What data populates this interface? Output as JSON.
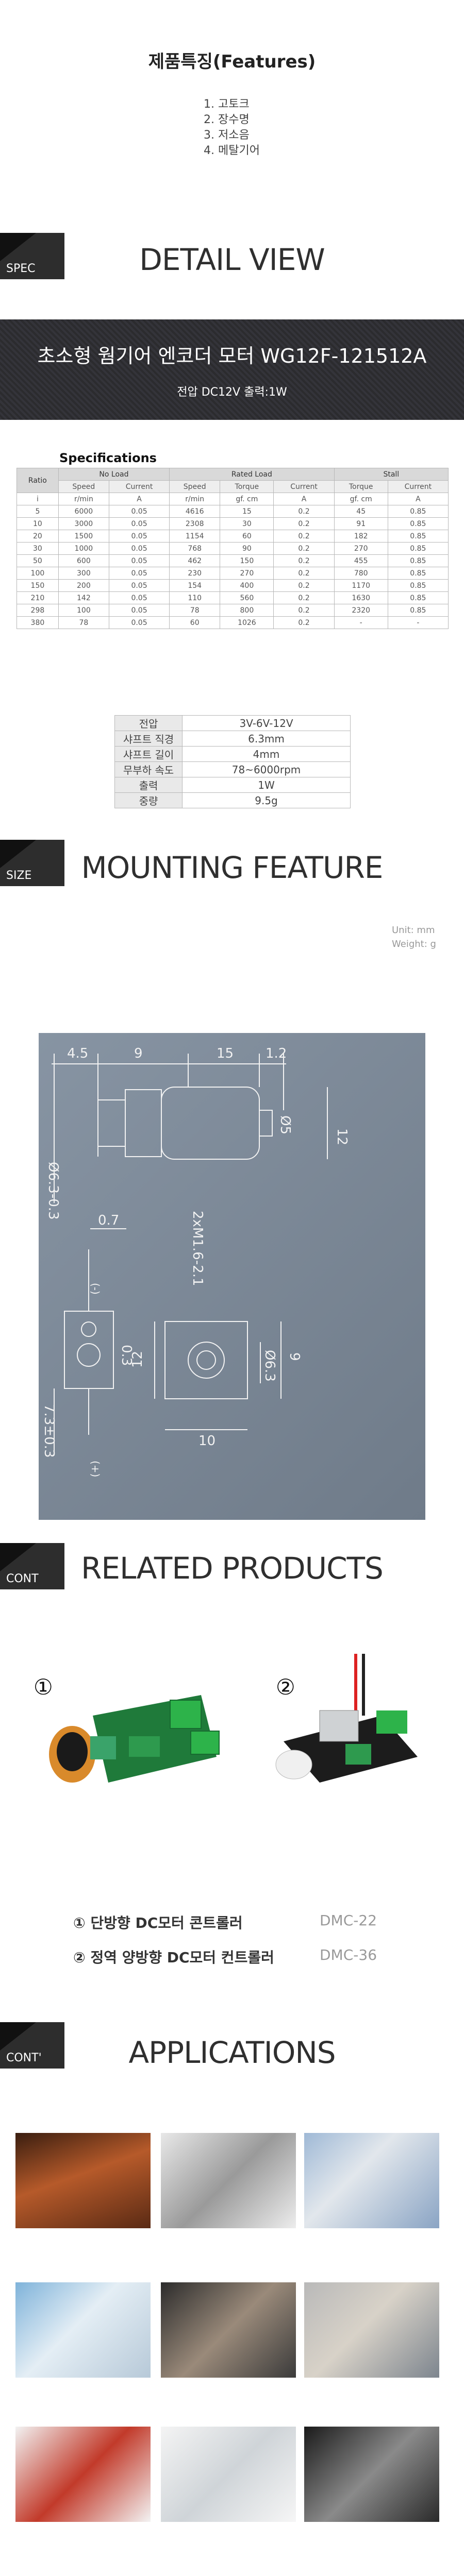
{
  "features": {
    "title": "제품특징(Features)",
    "items": [
      "1. 고토크",
      "2. 장수명",
      "3. 저소음",
      "4. 메탈기어"
    ]
  },
  "sections": {
    "spec": {
      "tag": "SPEC",
      "title": "DETAIL VIEW"
    },
    "size": {
      "tag": "SIZE",
      "title": "MOUNTING FEATURE"
    },
    "cont": {
      "tag": "CONT",
      "title": "RELATED PRODUCTS"
    },
    "cont2": {
      "tag": "CONT'",
      "title": "APPLICATIONS"
    }
  },
  "banner": {
    "title": "초소형 웜기어 엔코더 모터 WG12F-121512A",
    "subtitle": "전압 DC12V   출력:1W"
  },
  "specifications": {
    "label": "Specifications",
    "group_headers": [
      "Ratio",
      "No Load",
      "Rated Load",
      "Stall"
    ],
    "sub_headers": [
      "Speed",
      "Current",
      "Speed",
      "Torque",
      "Current",
      "Torque",
      "Current"
    ],
    "units": [
      "i",
      "r/min",
      "A",
      "r/min",
      "gf. cm",
      "A",
      "gf. cm",
      "A"
    ],
    "rows": [
      [
        "5",
        "6000",
        "0.05",
        "4616",
        "15",
        "0.2",
        "45",
        "0.85"
      ],
      [
        "10",
        "3000",
        "0.05",
        "2308",
        "30",
        "0.2",
        "91",
        "0.85"
      ],
      [
        "20",
        "1500",
        "0.05",
        "1154",
        "60",
        "0.2",
        "182",
        "0.85"
      ],
      [
        "30",
        "1000",
        "0.05",
        "768",
        "90",
        "0.2",
        "270",
        "0.85"
      ],
      [
        "50",
        "600",
        "0.05",
        "462",
        "150",
        "0.2",
        "455",
        "0.85"
      ],
      [
        "100",
        "300",
        "0.05",
        "230",
        "270",
        "0.2",
        "780",
        "0.85"
      ],
      [
        "150",
        "200",
        "0.05",
        "154",
        "400",
        "0.2",
        "1170",
        "0.85"
      ],
      [
        "210",
        "142",
        "0.05",
        "110",
        "560",
        "0.2",
        "1630",
        "0.85"
      ],
      [
        "298",
        "100",
        "0.05",
        "78",
        "800",
        "0.2",
        "2320",
        "0.85"
      ],
      [
        "380",
        "78",
        "0.05",
        "60",
        "1026",
        "0.2",
        "-",
        "-"
      ]
    ]
  },
  "summary": [
    {
      "k": "전압",
      "v": "3V-6V-12V"
    },
    {
      "k": "샤프트 직경",
      "v": "6.3mm"
    },
    {
      "k": "샤프트 길이",
      "v": "4mm"
    },
    {
      "k": "무부하 속도",
      "v": "78~6000rpm"
    },
    {
      "k": "출력",
      "v": "1W"
    },
    {
      "k": "중량",
      "v": "9.5g"
    }
  ],
  "units": {
    "unit": "Unit: mm",
    "weight": "Weight: g"
  },
  "drawing": {
    "dims": [
      "4.5",
      "9",
      "15",
      "1.2",
      "12",
      "Ø5",
      "Ø6.3-0.3",
      "0.7",
      "2xM1.6-2.1",
      "0.3",
      "12",
      "9",
      "Ø6.3",
      "7.3±0.3",
      "10"
    ],
    "polarity": [
      "(-)",
      "(+)"
    ]
  },
  "related": {
    "markers": [
      "①",
      "②"
    ],
    "items": [
      {
        "name": "① 단방향 DC모터 콘트롤러",
        "code": "DMC-22"
      },
      {
        "name": "② 정역 양방향 DC모터 컨트롤러",
        "code": "DMC-36"
      }
    ]
  }
}
